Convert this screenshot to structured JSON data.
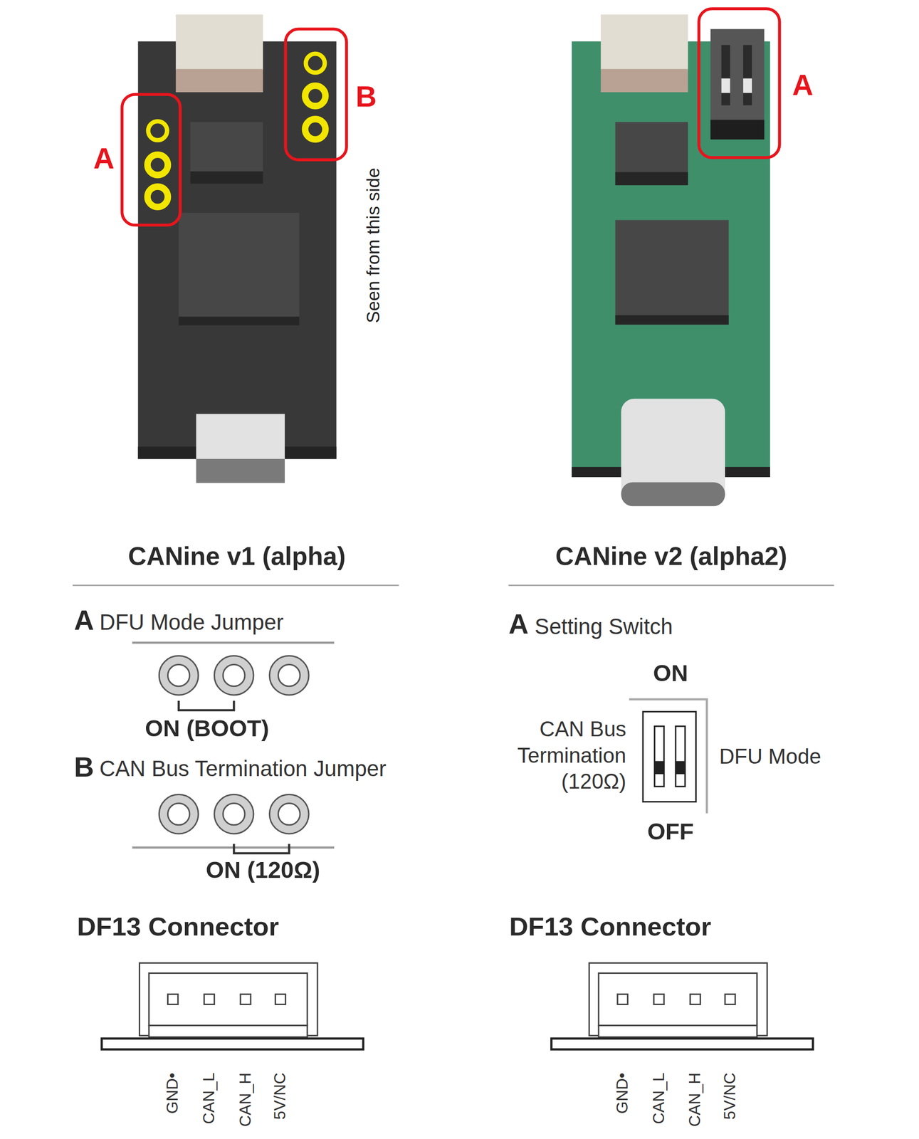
{
  "diagram": {
    "labels": [
      "A",
      "B",
      "Seen from this side",
      "A",
      "CANine v1 (alpha)",
      "CANine v2 (alpha2)",
      "A",
      "DFU Mode Jumper",
      "ON (BOOT)",
      "B",
      "CAN Bus Termination Jumper",
      "ON (120Ω)",
      "A",
      "Setting Switch",
      "ON",
      "CAN Bus Termination (120Ω)",
      "DFU Mode",
      "OFF",
      "DF13 Connector",
      "GND•",
      "CAN_L",
      "CAN_H",
      "5V/NC",
      "DF13 Connector",
      "GND•",
      "CAN_L",
      "CAN_H",
      "5V/NC"
    ]
  }
}
